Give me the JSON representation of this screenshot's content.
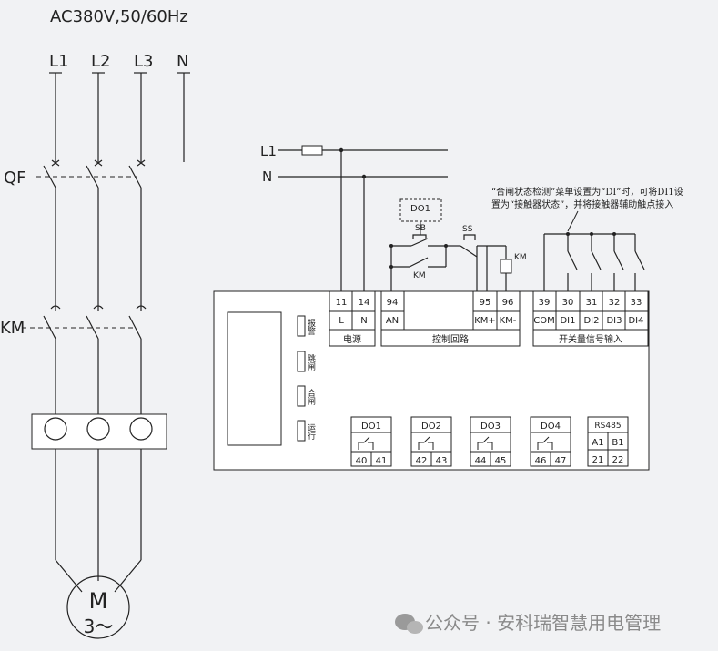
{
  "supply": {
    "title": "AC380V,50/60Hz",
    "phases": [
      "L1",
      "L2",
      "L3",
      "N"
    ],
    "breaker": "QF",
    "contactor": "KM",
    "motor_letter": "M",
    "motor_phase": "3～"
  },
  "control_source": {
    "line": "L1",
    "neutral": "N"
  },
  "control_loop": {
    "do1": "DO1",
    "sb": "SB",
    "ss": "SS",
    "km_aux": "KM",
    "km_coil": "KM"
  },
  "note": {
    "line1": "“合闸状态检测”菜单设置为“DI”时，可将DI1设",
    "line2": "置为“接触器状态”，并将接触器辅助触点接入"
  },
  "terminals": {
    "power": {
      "numbers": [
        "11",
        "14"
      ],
      "names": [
        "L",
        "N"
      ],
      "group": "电源"
    },
    "control": {
      "numbers": [
        "94",
        "95",
        "96"
      ],
      "names": [
        "AN",
        "KM+",
        "KM-"
      ],
      "group": "控制回路"
    },
    "switch": {
      "numbers": [
        "39",
        "30",
        "31",
        "32",
        "33"
      ],
      "names": [
        "COM",
        "DI1",
        "DI2",
        "DI3",
        "DI4"
      ],
      "group": "开关量信号输入"
    }
  },
  "leds": [
    "报警",
    "跳闸",
    "合闸",
    "运行"
  ],
  "outputs": [
    {
      "name": "DO1",
      "pins": [
        "40",
        "41"
      ]
    },
    {
      "name": "DO2",
      "pins": [
        "42",
        "43"
      ]
    },
    {
      "name": "DO3",
      "pins": [
        "44",
        "45"
      ]
    },
    {
      "name": "DO4",
      "pins": [
        "46",
        "47"
      ]
    }
  ],
  "rs485": {
    "name": "RS485",
    "signals": [
      "A1",
      "B1"
    ],
    "pins": [
      "21",
      "22"
    ]
  },
  "watermark": "公众号 · 安科瑞智慧用电管理"
}
